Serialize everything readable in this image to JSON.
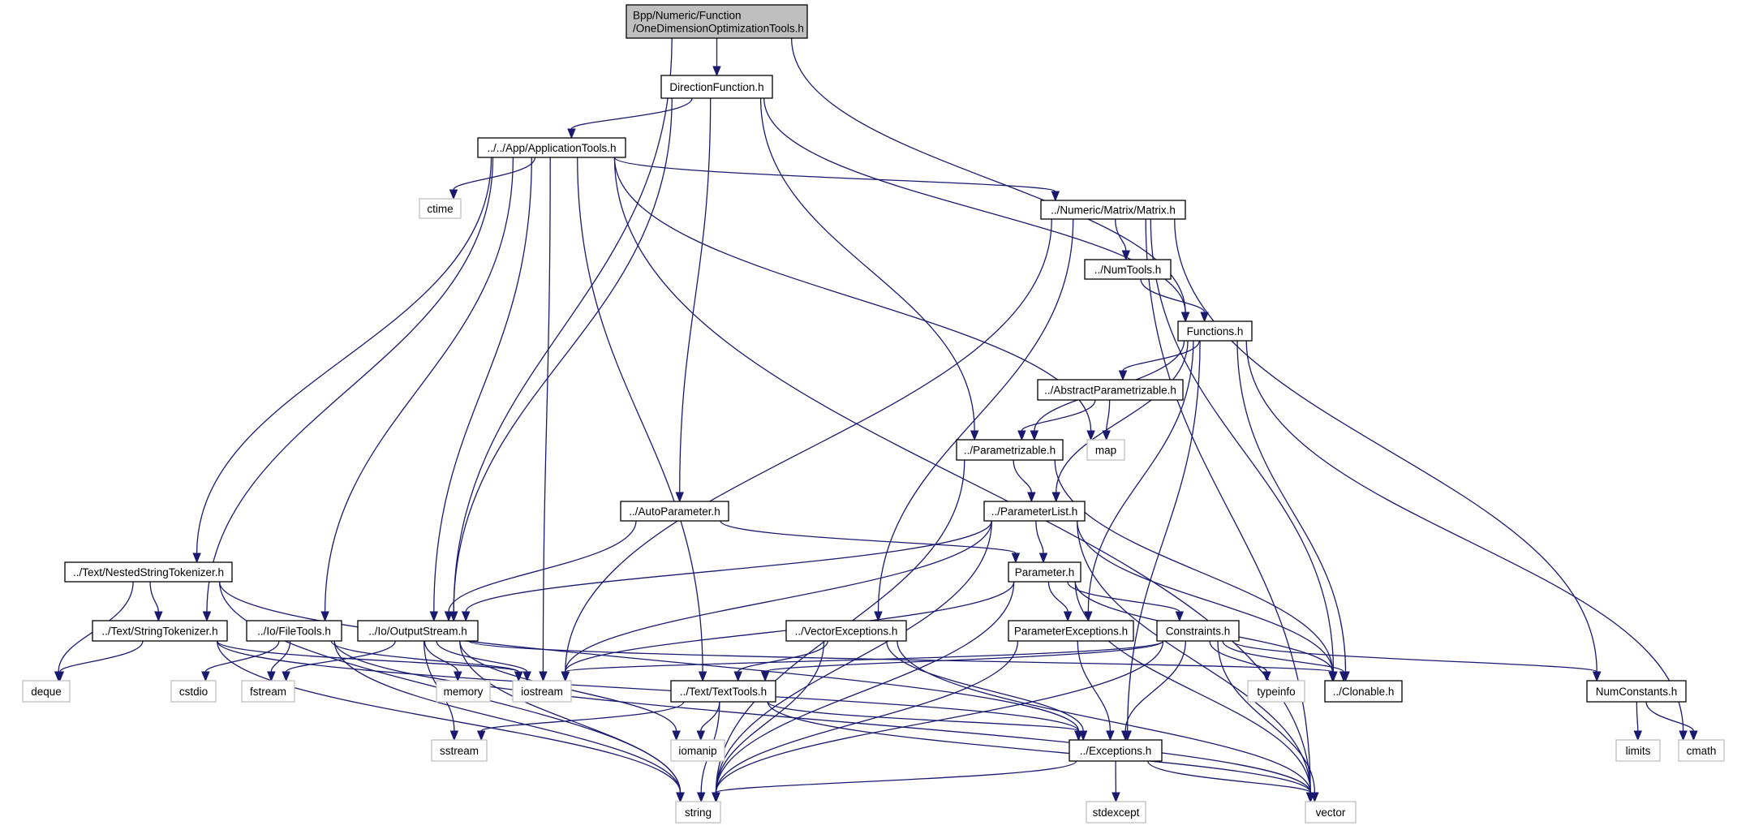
{
  "title": "Bpp/Numeric/Function/OneDimensionOptimizationTools.h include dependency graph",
  "colors": {
    "edge": "#191970",
    "root_fill": "#bfbfbf",
    "local_border": "#000000",
    "system_border": "#bfbfbf"
  },
  "nodes": [
    {
      "id": "root",
      "kind": "root",
      "lines": [
        "Bpp/Numeric/Function",
        "/OneDimensionOptimizationTools.h"
      ]
    },
    {
      "id": "DirectionFunction",
      "kind": "local",
      "lines": [
        "DirectionFunction.h"
      ]
    },
    {
      "id": "ApplicationTools",
      "kind": "local",
      "lines": [
        "../../App/ApplicationTools.h"
      ]
    },
    {
      "id": "ctime",
      "kind": "system",
      "lines": [
        "ctime"
      ]
    },
    {
      "id": "Matrix",
      "kind": "local",
      "lines": [
        "../Numeric/Matrix/Matrix.h"
      ]
    },
    {
      "id": "NumTools",
      "kind": "local",
      "lines": [
        "../NumTools.h"
      ]
    },
    {
      "id": "Functions",
      "kind": "local",
      "lines": [
        "Functions.h"
      ]
    },
    {
      "id": "AbstractParametrizable",
      "kind": "local",
      "lines": [
        "../AbstractParametrizable.h"
      ]
    },
    {
      "id": "Parametrizable",
      "kind": "local",
      "lines": [
        "../Parametrizable.h"
      ]
    },
    {
      "id": "map",
      "kind": "system",
      "lines": [
        "map"
      ]
    },
    {
      "id": "AutoParameter",
      "kind": "local",
      "lines": [
        "../AutoParameter.h"
      ]
    },
    {
      "id": "ParameterList",
      "kind": "local",
      "lines": [
        "../ParameterList.h"
      ]
    },
    {
      "id": "NestedStringTokenizer",
      "kind": "local",
      "lines": [
        "../Text/NestedStringTokenizer.h"
      ]
    },
    {
      "id": "Parameter",
      "kind": "local",
      "lines": [
        "Parameter.h"
      ]
    },
    {
      "id": "StringTokenizer",
      "kind": "local",
      "lines": [
        "../Text/StringTokenizer.h"
      ]
    },
    {
      "id": "FileTools",
      "kind": "local",
      "lines": [
        "../Io/FileTools.h"
      ]
    },
    {
      "id": "OutputStream",
      "kind": "local",
      "lines": [
        "../Io/OutputStream.h"
      ]
    },
    {
      "id": "VectorExceptions",
      "kind": "local",
      "lines": [
        "../VectorExceptions.h"
      ]
    },
    {
      "id": "ParameterExceptions",
      "kind": "local",
      "lines": [
        "ParameterExceptions.h"
      ]
    },
    {
      "id": "Constraints",
      "kind": "local",
      "lines": [
        "Constraints.h"
      ]
    },
    {
      "id": "deque",
      "kind": "system",
      "lines": [
        "deque"
      ]
    },
    {
      "id": "cstdio",
      "kind": "system",
      "lines": [
        "cstdio"
      ]
    },
    {
      "id": "fstream",
      "kind": "system",
      "lines": [
        "fstream"
      ]
    },
    {
      "id": "memory",
      "kind": "system",
      "lines": [
        "memory"
      ]
    },
    {
      "id": "iostream",
      "kind": "system",
      "lines": [
        "iostream"
      ]
    },
    {
      "id": "TextTools",
      "kind": "local",
      "lines": [
        "../Text/TextTools.h"
      ]
    },
    {
      "id": "typeinfo",
      "kind": "system",
      "lines": [
        "typeinfo"
      ]
    },
    {
      "id": "Clonable",
      "kind": "local",
      "lines": [
        "../Clonable.h"
      ]
    },
    {
      "id": "NumConstants",
      "kind": "local",
      "lines": [
        "NumConstants.h"
      ]
    },
    {
      "id": "sstream",
      "kind": "system",
      "lines": [
        "sstream"
      ]
    },
    {
      "id": "iomanip",
      "kind": "system",
      "lines": [
        "iomanip"
      ]
    },
    {
      "id": "Exceptions",
      "kind": "local",
      "lines": [
        "../Exceptions.h"
      ]
    },
    {
      "id": "limits",
      "kind": "system",
      "lines": [
        "limits"
      ]
    },
    {
      "id": "cmath",
      "kind": "system",
      "lines": [
        "cmath"
      ]
    },
    {
      "id": "string",
      "kind": "system",
      "lines": [
        "string"
      ]
    },
    {
      "id": "stdexcept",
      "kind": "system",
      "lines": [
        "stdexcept"
      ]
    },
    {
      "id": "vector",
      "kind": "system",
      "lines": [
        "vector"
      ]
    }
  ],
  "edges": [
    [
      "root",
      "DirectionFunction"
    ],
    [
      "root",
      "OutputStream"
    ],
    [
      "root",
      "Functions"
    ],
    [
      "DirectionFunction",
      "ApplicationTools"
    ],
    [
      "DirectionFunction",
      "OutputStream"
    ],
    [
      "DirectionFunction",
      "AutoParameter"
    ],
    [
      "DirectionFunction",
      "Parametrizable"
    ],
    [
      "DirectionFunction",
      "Functions"
    ],
    [
      "ApplicationTools",
      "NestedStringTokenizer"
    ],
    [
      "ApplicationTools",
      "StringTokenizer"
    ],
    [
      "ApplicationTools",
      "FileTools"
    ],
    [
      "ApplicationTools",
      "OutputStream"
    ],
    [
      "ApplicationTools",
      "ctime"
    ],
    [
      "ApplicationTools",
      "iostream"
    ],
    [
      "ApplicationTools",
      "TextTools"
    ],
    [
      "ApplicationTools",
      "map"
    ],
    [
      "ApplicationTools",
      "Matrix"
    ],
    [
      "ApplicationTools",
      "vector"
    ],
    [
      "Matrix",
      "iostream"
    ],
    [
      "Matrix",
      "VectorExceptions"
    ],
    [
      "Matrix",
      "NumTools"
    ],
    [
      "Matrix",
      "Clonable"
    ],
    [
      "Matrix",
      "vector"
    ],
    [
      "Matrix",
      "NumConstants"
    ],
    [
      "NumTools",
      "Functions"
    ],
    [
      "Functions",
      "AbstractParametrizable"
    ],
    [
      "Functions",
      "Parametrizable"
    ],
    [
      "Functions",
      "ParameterList"
    ],
    [
      "Functions",
      "ParameterExceptions"
    ],
    [
      "Functions",
      "Clonable"
    ],
    [
      "Functions",
      "Exceptions"
    ],
    [
      "Functions",
      "cmath"
    ],
    [
      "AbstractParametrizable",
      "Parametrizable"
    ],
    [
      "AbstractParametrizable",
      "map"
    ],
    [
      "Parametrizable",
      "ParameterList"
    ],
    [
      "Parametrizable",
      "string"
    ],
    [
      "Parametrizable",
      "Clonable"
    ],
    [
      "AutoParameter",
      "OutputStream"
    ],
    [
      "AutoParameter",
      "Parameter"
    ],
    [
      "ParameterList",
      "OutputStream"
    ],
    [
      "ParameterList",
      "iostream"
    ],
    [
      "ParameterList",
      "string"
    ],
    [
      "ParameterList",
      "Parameter"
    ],
    [
      "ParameterList",
      "Clonable"
    ],
    [
      "ParameterList",
      "vector"
    ],
    [
      "Parameter",
      "iostream"
    ],
    [
      "Parameter",
      "string"
    ],
    [
      "Parameter",
      "ParameterExceptions"
    ],
    [
      "Parameter",
      "Constraints"
    ],
    [
      "Parameter",
      "Clonable"
    ],
    [
      "Parameter",
      "vector"
    ],
    [
      "NestedStringTokenizer",
      "StringTokenizer"
    ],
    [
      "NestedStringTokenizer",
      "deque"
    ],
    [
      "NestedStringTokenizer",
      "string"
    ],
    [
      "NestedStringTokenizer",
      "Exceptions"
    ],
    [
      "StringTokenizer",
      "deque"
    ],
    [
      "StringTokenizer",
      "string"
    ],
    [
      "StringTokenizer",
      "iostream"
    ],
    [
      "StringTokenizer",
      "Exceptions"
    ],
    [
      "FileTools",
      "cstdio"
    ],
    [
      "FileTools",
      "fstream"
    ],
    [
      "FileTools",
      "string"
    ],
    [
      "FileTools",
      "iostream"
    ],
    [
      "FileTools",
      "vector"
    ],
    [
      "OutputStream",
      "fstream"
    ],
    [
      "OutputStream",
      "memory"
    ],
    [
      "OutputStream",
      "iostream"
    ],
    [
      "OutputStream",
      "sstream"
    ],
    [
      "OutputStream",
      "iomanip"
    ],
    [
      "OutputStream",
      "string"
    ],
    [
      "OutputStream",
      "Clonable"
    ],
    [
      "VectorExceptions",
      "string"
    ],
    [
      "VectorExceptions",
      "TextTools"
    ],
    [
      "VectorExceptions",
      "Exceptions"
    ],
    [
      "VectorExceptions",
      "vector"
    ],
    [
      "ParameterExceptions",
      "string"
    ],
    [
      "ParameterExceptions",
      "Exceptions"
    ],
    [
      "Constraints",
      "iostream"
    ],
    [
      "Constraints",
      "TextTools"
    ],
    [
      "Constraints",
      "typeinfo"
    ],
    [
      "Constraints",
      "Clonable"
    ],
    [
      "Constraints",
      "NumConstants"
    ],
    [
      "Constraints",
      "Exceptions"
    ],
    [
      "Constraints",
      "string"
    ],
    [
      "Constraints",
      "vector"
    ],
    [
      "TextTools",
      "sstream"
    ],
    [
      "TextTools",
      "iomanip"
    ],
    [
      "TextTools",
      "string"
    ],
    [
      "TextTools",
      "Exceptions"
    ],
    [
      "TextTools",
      "vector"
    ],
    [
      "NumConstants",
      "limits"
    ],
    [
      "NumConstants",
      "cmath"
    ],
    [
      "Exceptions",
      "stdexcept"
    ],
    [
      "Exceptions",
      "string"
    ],
    [
      "Exceptions",
      "vector"
    ]
  ]
}
